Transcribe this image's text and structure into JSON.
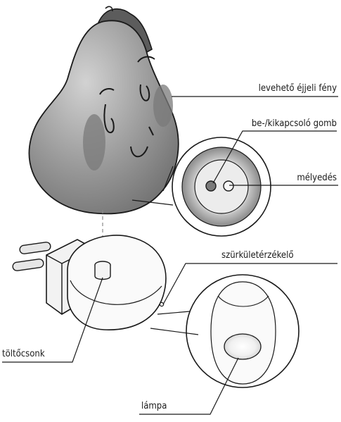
{
  "labels": {
    "night_light": "levehető éjjeli fény",
    "power_button": "be-/kikapcsoló gomb",
    "recess": "mélyedés",
    "dusk_sensor": "szürkületérzékelő",
    "charging_socket": "töltőcsonk",
    "lamp": "lámpa"
  },
  "colors": {
    "pear_body": "#8c8c8c",
    "pear_light": "#bdbdbd",
    "stem": "#555555",
    "line": "#1a1a1a",
    "ring_outer": "#9a9a9a",
    "ring_inner": "#cfcfcf"
  }
}
